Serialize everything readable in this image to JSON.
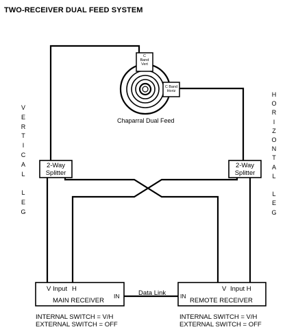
{
  "title": "TWO-RECEIVER DUAL FEED SYSTEM",
  "feed": {
    "caption": "Chaparral Dual Feed",
    "vert_port": [
      "C",
      "Band",
      "Vert"
    ],
    "horiz_port": [
      "C Band",
      "Horiz"
    ]
  },
  "legs": {
    "vertical": [
      "V",
      "E",
      "R",
      "T",
      "I",
      "C",
      "A",
      "L",
      "",
      "L",
      "E",
      "G"
    ],
    "horizontal": [
      "H",
      "O",
      "R",
      "I",
      "Z",
      "O",
      "N",
      "T",
      "A",
      "L",
      "",
      "L",
      "E",
      "G"
    ]
  },
  "splitters": {
    "left": [
      "2-Way",
      "Splitter"
    ],
    "right": [
      "2-Way",
      "Splitter"
    ]
  },
  "main_receiver": {
    "v_input": "V Input",
    "h": "H",
    "label": "MAIN RECEIVER",
    "in": "IN",
    "switches": [
      "INTERNAL SWITCH  = V/H",
      "EXTERNAL SWITCH = OFF"
    ]
  },
  "remote_receiver": {
    "v_input": "V",
    "input_h": "Input  H",
    "label": "REMOTE RECEIVER",
    "in": "IN",
    "switches": [
      "INTERNAL SWITCH  = V/H",
      "EXTERNAL SWITCH = OFF"
    ]
  },
  "data_link": "Data Link"
}
